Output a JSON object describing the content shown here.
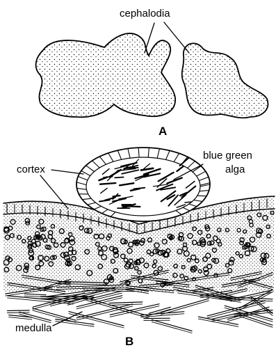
{
  "panel_a": {
    "label_cephalodia": "cephalodia",
    "panel_letter": "A"
  },
  "panel_b": {
    "label_cortex": "cortex",
    "label_alga_line1": "blue green",
    "label_alga_line2": "alga",
    "label_medulla": "medulla",
    "panel_letter": "B"
  }
}
